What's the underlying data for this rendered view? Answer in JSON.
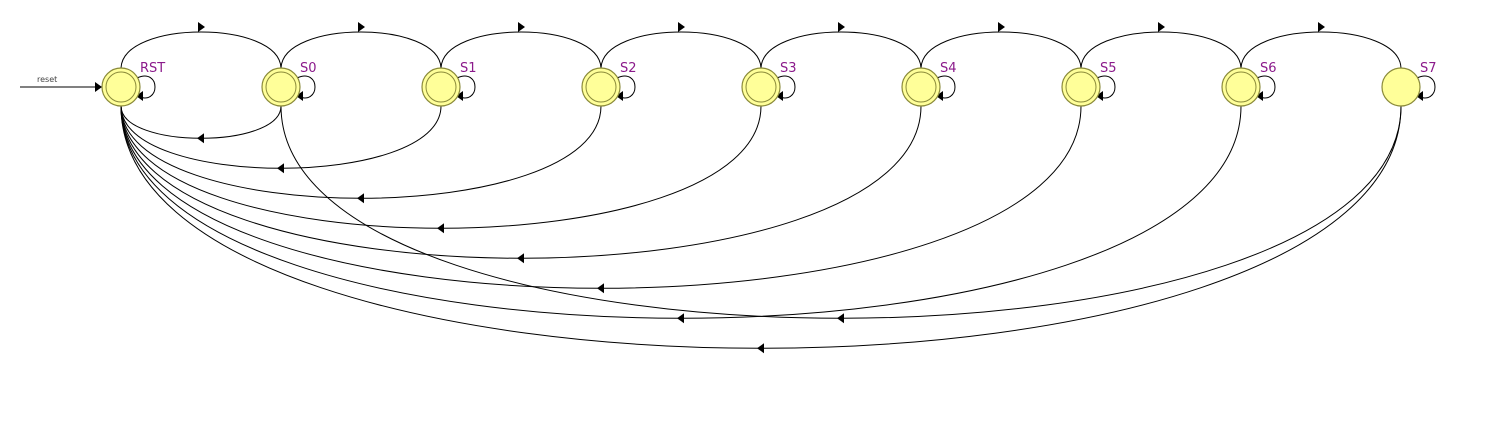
{
  "diagram": {
    "reset_label": "reset",
    "states": [
      {
        "id": "RST",
        "label": "RST",
        "double": true
      },
      {
        "id": "S0",
        "label": "S0",
        "double": true
      },
      {
        "id": "S1",
        "label": "S1",
        "double": true
      },
      {
        "id": "S2",
        "label": "S2",
        "double": true
      },
      {
        "id": "S3",
        "label": "S3",
        "double": true
      },
      {
        "id": "S4",
        "label": "S4",
        "double": true
      },
      {
        "id": "S5",
        "label": "S5",
        "double": true
      },
      {
        "id": "S6",
        "label": "S6",
        "double": true
      },
      {
        "id": "S7",
        "label": "S7",
        "double": false
      }
    ],
    "transitions": [
      {
        "from": "RST",
        "to": "RST"
      },
      {
        "from": "S0",
        "to": "S0"
      },
      {
        "from": "S1",
        "to": "S1"
      },
      {
        "from": "S2",
        "to": "S2"
      },
      {
        "from": "S3",
        "to": "S3"
      },
      {
        "from": "S4",
        "to": "S4"
      },
      {
        "from": "S5",
        "to": "S5"
      },
      {
        "from": "S6",
        "to": "S6"
      },
      {
        "from": "S7",
        "to": "S7"
      },
      {
        "from": "RST",
        "to": "S0"
      },
      {
        "from": "S0",
        "to": "S1"
      },
      {
        "from": "S1",
        "to": "S2"
      },
      {
        "from": "S2",
        "to": "S3"
      },
      {
        "from": "S3",
        "to": "S4"
      },
      {
        "from": "S4",
        "to": "S5"
      },
      {
        "from": "S5",
        "to": "S6"
      },
      {
        "from": "S6",
        "to": "S7"
      },
      {
        "from": "S0",
        "to": "RST"
      },
      {
        "from": "S1",
        "to": "RST"
      },
      {
        "from": "S2",
        "to": "RST"
      },
      {
        "from": "S3",
        "to": "RST"
      },
      {
        "from": "S4",
        "to": "RST"
      },
      {
        "from": "S5",
        "to": "RST"
      },
      {
        "from": "S6",
        "to": "RST"
      },
      {
        "from": "S7",
        "to": "RST"
      },
      {
        "from": "S7",
        "to": "S0"
      }
    ],
    "colors": {
      "state_fill": "#ffff99",
      "state_stroke": "#8a8a3a",
      "label": "#8b1a8b",
      "edge": "#000000"
    }
  }
}
